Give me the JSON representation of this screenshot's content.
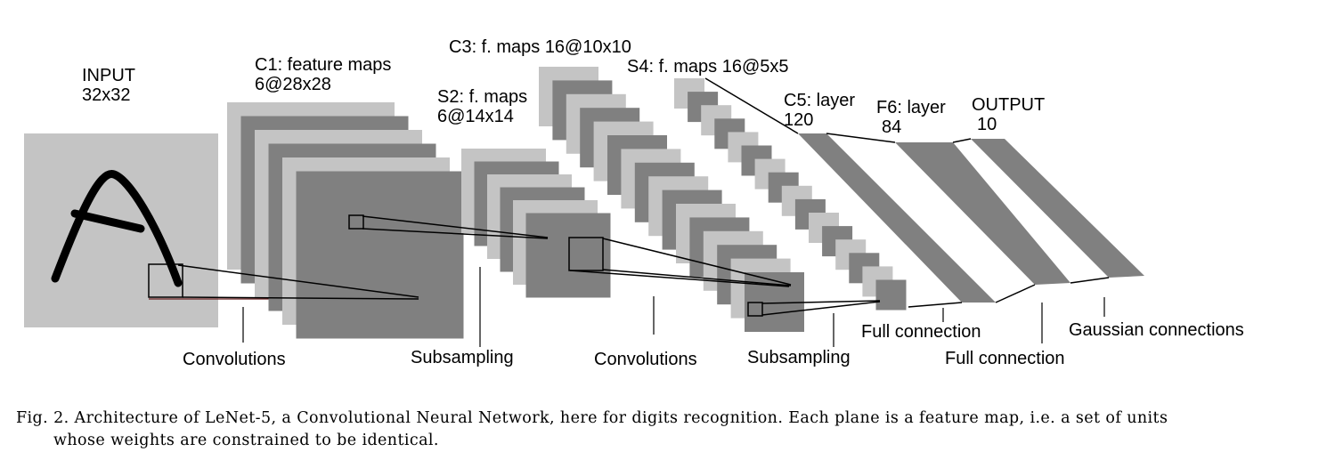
{
  "layers": {
    "input": {
      "name": "INPUT",
      "size": "32x32"
    },
    "c1": {
      "name": "C1: feature maps",
      "size": "6@28x28"
    },
    "s2": {
      "name": "S2: f. maps",
      "size": "6@14x14"
    },
    "c3": {
      "name": "C3: f. maps 16@10x10"
    },
    "s4": {
      "name": "S4: f. maps 16@5x5"
    },
    "c5": {
      "name": "C5: layer",
      "size": "120"
    },
    "f6": {
      "name": "F6: layer",
      "size": "84"
    },
    "output": {
      "name": "OUTPUT",
      "size": "10"
    }
  },
  "operations": {
    "conv1": "Convolutions",
    "sub1": "Subsampling",
    "conv2": "Convolutions",
    "sub2": "Subsampling",
    "full1": "Full connection",
    "full2": "Full connection",
    "gauss": "Gaussian connections"
  },
  "caption": {
    "line1": "Fig. 2.   Architecture of LeNet-5, a Convolutional Neural Network, here for digits recognition. Each plane is a feature map, i.e. a set of units",
    "line2": "whose weights are constrained to be identical."
  },
  "colors": {
    "light": "#c4c4c4",
    "dark": "#808080",
    "line": "#000000"
  }
}
